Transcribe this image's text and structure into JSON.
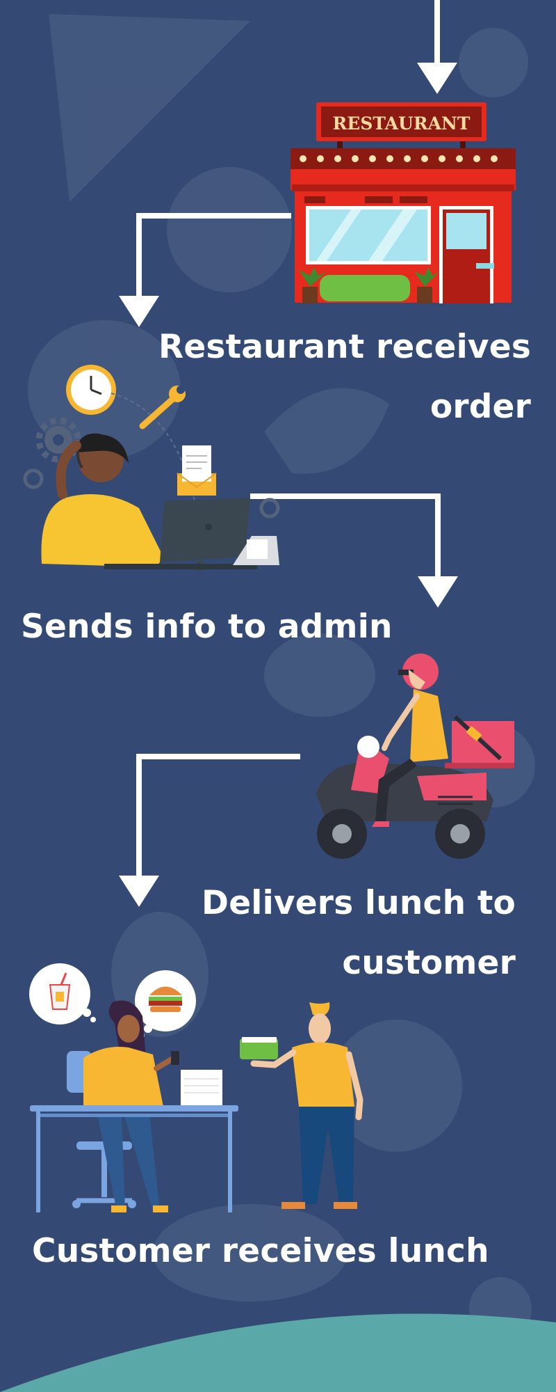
{
  "steps": [
    {
      "caption": "Restaurant receives order"
    },
    {
      "caption": "Sends info to admin"
    },
    {
      "caption": "Delivers lunch to customer"
    },
    {
      "caption": "Customer receives lunch"
    }
  ],
  "restaurant_sign": {
    "text": "RESTAURANT"
  },
  "colors": {
    "background": "#344a74",
    "arrow": "#ffffff",
    "caption_text": "#ffffff",
    "restaurant_red": "#e62b1e",
    "accent_yellow": "#f7b733",
    "scooter_pink": "#ea4f6e",
    "ground_teal": "#5ba8a8"
  },
  "icons": [
    "down-arrow-icon",
    "restaurant-icon",
    "clock-icon",
    "wrench-icon",
    "gear-icon",
    "envelope-icon",
    "computer-icon",
    "delivery-scooter-icon",
    "soda-cup-icon",
    "burger-icon",
    "desk-icon",
    "delivery-man-icon"
  ]
}
